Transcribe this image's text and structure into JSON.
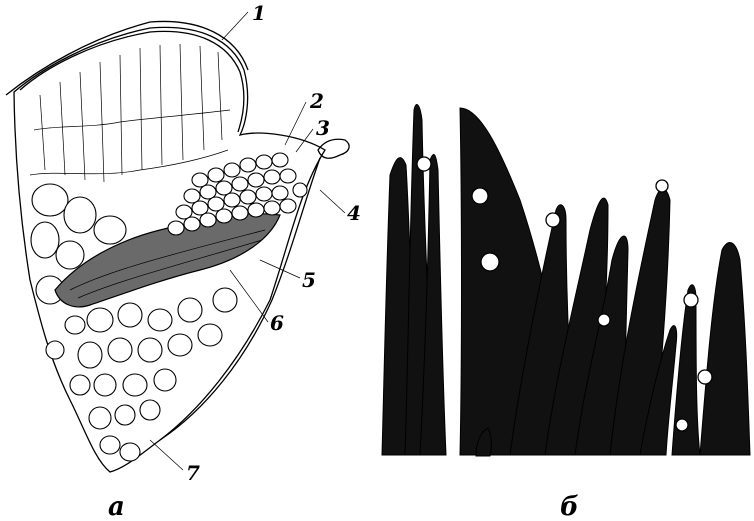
{
  "figure": {
    "panel_a": {
      "label": "а",
      "leaders": [
        {
          "text": "1"
        },
        {
          "text": "2"
        },
        {
          "text": "3"
        },
        {
          "text": "4"
        },
        {
          "text": "5"
        },
        {
          "text": "6"
        },
        {
          "text": "7"
        }
      ]
    },
    "panel_b": {
      "label": "б"
    }
  }
}
